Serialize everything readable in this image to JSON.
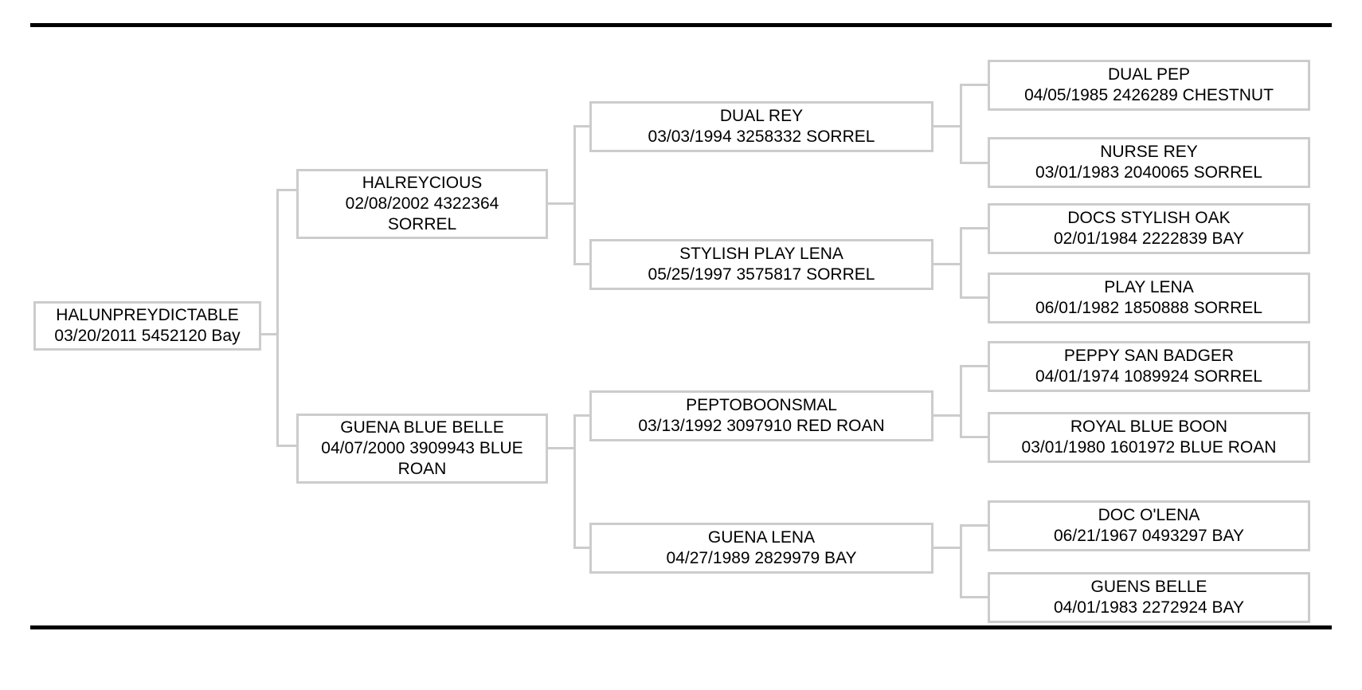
{
  "colors": {
    "box_border": "#cccccc",
    "connector_line": "#cccccc",
    "horizontal_rule": "#000000",
    "text": "#000000",
    "background": "#ffffff"
  },
  "pedigree": {
    "root": {
      "name": "HALUNPREYDICTABLE",
      "details": "03/20/2011 5452120 Bay"
    },
    "sire": {
      "name": "HALREYCIOUS",
      "details": "02/08/2002 4322364 SORREL"
    },
    "dam": {
      "name": "GUENA BLUE BELLE",
      "details": "04/07/2000 3909943 BLUE ROAN"
    },
    "sire_sire": {
      "name": "DUAL REY",
      "details": "03/03/1994 3258332 SORREL"
    },
    "sire_dam": {
      "name": "STYLISH PLAY LENA",
      "details": "05/25/1997 3575817 SORREL"
    },
    "dam_sire": {
      "name": "PEPTOBOONSMAL",
      "details": "03/13/1992 3097910 RED ROAN"
    },
    "dam_dam": {
      "name": "GUENA LENA",
      "details": "04/27/1989 2829979 BAY"
    },
    "sire_sire_sire": {
      "name": "DUAL PEP",
      "details": "04/05/1985 2426289 CHESTNUT"
    },
    "sire_sire_dam": {
      "name": "NURSE REY",
      "details": "03/01/1983 2040065 SORREL"
    },
    "sire_dam_sire": {
      "name": "DOCS STYLISH OAK",
      "details": "02/01/1984 2222839 BAY"
    },
    "sire_dam_dam": {
      "name": "PLAY LENA",
      "details": "06/01/1982 1850888 SORREL"
    },
    "dam_sire_sire": {
      "name": "PEPPY SAN BADGER",
      "details": "04/01/1974 1089924 SORREL"
    },
    "dam_sire_dam": {
      "name": "ROYAL BLUE BOON",
      "details": "03/01/1980 1601972 BLUE ROAN"
    },
    "dam_dam_sire": {
      "name": "DOC O'LENA",
      "details": "06/21/1967 0493297 BAY"
    },
    "dam_dam_dam": {
      "name": "GUENS BELLE",
      "details": "04/01/1983 2272924 BAY"
    }
  }
}
